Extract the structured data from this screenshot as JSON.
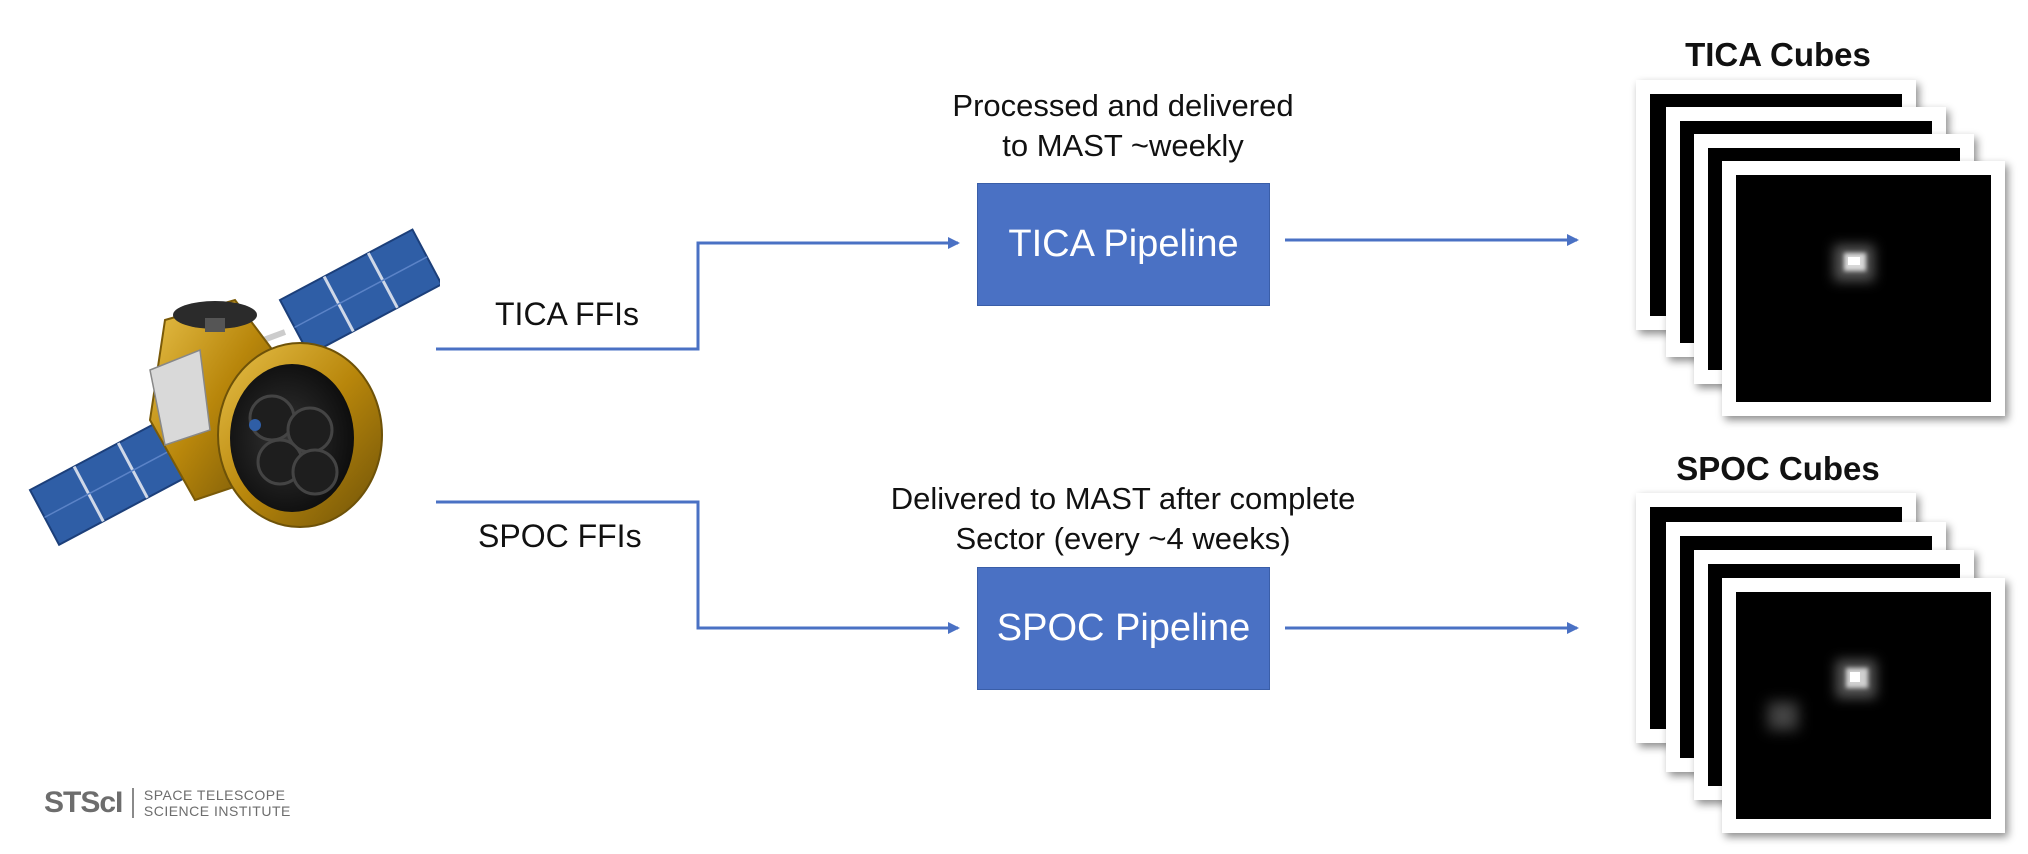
{
  "flow": {
    "tica_label": "TICA FFIs",
    "spoc_label": "SPOC FFIs"
  },
  "tica": {
    "caption_line1": "Processed and delivered",
    "caption_line2": "to MAST ~weekly",
    "pipeline_label": "TICA Pipeline",
    "cubes_title": "TICA Cubes"
  },
  "spoc": {
    "caption_line1": "Delivered to MAST after complete",
    "caption_line2": "Sector (every ~4 weeks)",
    "pipeline_label": "SPOC Pipeline",
    "cubes_title": "SPOC Cubes"
  },
  "logo": {
    "mark": "STScI",
    "line1": "SPACE TELESCOPE",
    "line2": "SCIENCE INSTITUTE"
  },
  "colors": {
    "arrow": "#4a71c4",
    "pipeline_box": "#4a71c4",
    "solar_panel": "#2f5ea6",
    "satellite_body": "#c49a1e"
  },
  "icons": [
    "satellite-icon",
    "arrow-icon",
    "star-image"
  ]
}
